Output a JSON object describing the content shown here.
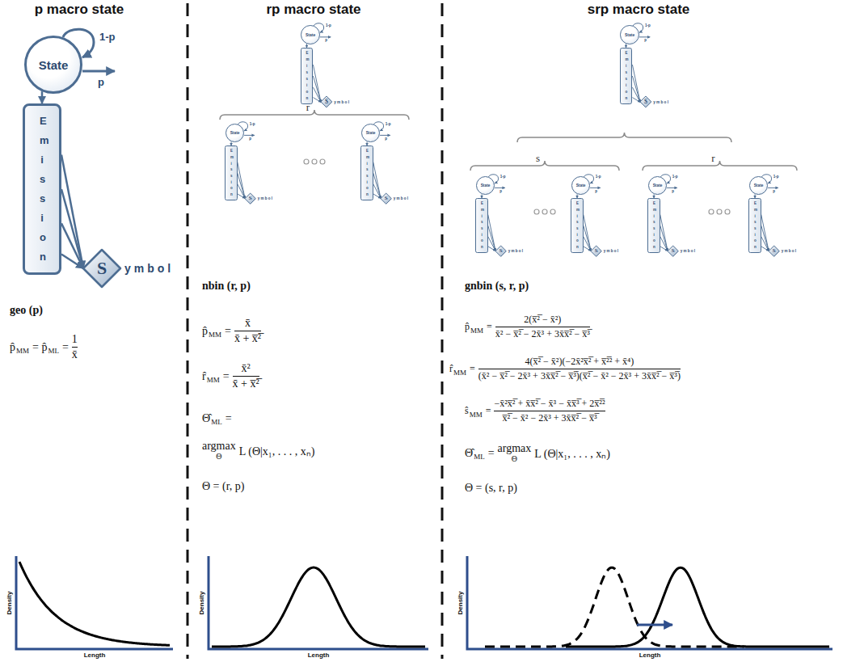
{
  "diagram": {
    "nodes": [
      {
        "text": [
          "State",
          "1-p",
          "p"
        ]
      },
      {
        "text": [
          "Emission"
        ]
      },
      {
        "text": [
          "S",
          "ymbol"
        ]
      },
      {
        "text": [
          "State",
          "1-p",
          "p"
        ]
      },
      {
        "text": [
          "Emission"
        ]
      },
      {
        "text": [
          "S",
          "ymbol"
        ]
      },
      {
        "text": [
          "State",
          "1-p",
          "p"
        ]
      },
      {
        "text": [
          "Emission"
        ]
      },
      {
        "text": [
          "S",
          "ymbol"
        ]
      },
      {
        "text": [
          "State",
          "1-p",
          "p"
        ]
      },
      {
        "text": [
          "Emission"
        ]
      },
      {
        "text": [
          "S",
          "ymbol"
        ]
      },
      {
        "text": [
          "State",
          "1-p",
          "p"
        ]
      },
      {
        "text": [
          "Emission"
        ]
      },
      {
        "text": [
          "S",
          "ymbol"
        ]
      },
      {
        "text": [
          "State",
          "1-p",
          "p"
        ]
      },
      {
        "text": [
          "Emission"
        ]
      },
      {
        "text": [
          "S",
          "ymbol"
        ]
      },
      {
        "text": [
          "State",
          "1-p",
          "p"
        ]
      },
      {
        "text": [
          "Emission"
        ]
      },
      {
        "text": [
          "S",
          "ymbol"
        ]
      },
      {
        "text": [
          "State",
          "1-p",
          "p"
        ]
      },
      {
        "text": [
          "Emission"
        ]
      },
      {
        "text": [
          "S",
          "ymbol"
        ]
      },
      {
        "text": [
          "State",
          "1-p",
          "p"
        ]
      },
      {
        "text": [
          "Emission"
        ]
      },
      {
        "text": [
          "S",
          "ymbol"
        ]
      }
    ],
    "edges": [
      {
        "from": 0,
        "to": 1,
        "arrow": "to"
      },
      {
        "from": 1,
        "to": 2,
        "arrow": "to"
      },
      {
        "from": 1,
        "to": 2,
        "arrow": "to"
      },
      {
        "from": 1,
        "to": 2,
        "arrow": "to"
      },
      {
        "from": 1,
        "to": 2,
        "arrow": "to"
      },
      {
        "from": 3,
        "to": 4,
        "arrow": "to"
      },
      {
        "from": 4,
        "to": 5,
        "arrow": "to"
      },
      {
        "from": 4,
        "to": 5,
        "arrow": "to"
      },
      {
        "from": 4,
        "to": 5,
        "arrow": "to"
      },
      {
        "from": 4,
        "to": 5,
        "arrow": "to"
      },
      {
        "from": 6,
        "to": 7,
        "arrow": "to"
      },
      {
        "from": 7,
        "to": 8,
        "arrow": "to"
      },
      {
        "from": 7,
        "to": 8,
        "arrow": "to"
      },
      {
        "from": 7,
        "to": 8,
        "arrow": "to"
      },
      {
        "from": 7,
        "to": 8,
        "arrow": "to"
      },
      {
        "from": 9,
        "to": 10,
        "arrow": "to"
      },
      {
        "from": 10,
        "to": 11,
        "arrow": "to"
      },
      {
        "from": 10,
        "to": 11,
        "arrow": "to"
      },
      {
        "from": 10,
        "to": 11,
        "arrow": "to"
      },
      {
        "from": 10,
        "to": 11,
        "arrow": "to"
      },
      {
        "from": 12,
        "to": 13,
        "arrow": "to"
      },
      {
        "from": 13,
        "to": 14,
        "arrow": "to"
      },
      {
        "from": 13,
        "to": 14,
        "arrow": "to"
      },
      {
        "from": 13,
        "to": 14,
        "arrow": "to"
      },
      {
        "from": 13,
        "to": 14,
        "arrow": "to"
      },
      {
        "from": 15,
        "to": 16,
        "arrow": "to"
      },
      {
        "from": 16,
        "to": 17,
        "arrow": "to"
      },
      {
        "from": 16,
        "to": 17,
        "arrow": "to"
      },
      {
        "from": 16,
        "to": 17,
        "arrow": "to"
      },
      {
        "from": 16,
        "to": 17,
        "arrow": "to"
      },
      {
        "from": 18,
        "to": 19,
        "arrow": "to"
      },
      {
        "from": 19,
        "to": 20,
        "arrow": "to"
      },
      {
        "from": 19,
        "to": 20,
        "arrow": "to"
      },
      {
        "from": 19,
        "to": 20,
        "arrow": "to"
      },
      {
        "from": 19,
        "to": 20,
        "arrow": "to"
      },
      {
        "from": 21,
        "to": 22,
        "arrow": "to"
      },
      {
        "from": 22,
        "to": 23,
        "arrow": "to"
      },
      {
        "from": 22,
        "to": 23,
        "arrow": "to"
      },
      {
        "from": 22,
        "to": 23,
        "arrow": "to"
      },
      {
        "from": 22,
        "to": 23,
        "arrow": "to"
      },
      {
        "from": 24,
        "to": 25,
        "arrow": "to"
      },
      {
        "from": 25,
        "to": 26,
        "arrow": "to"
      },
      {
        "from": 25,
        "to": 26,
        "arrow": "to"
      },
      {
        "from": 25,
        "to": 26,
        "arrow": "to"
      },
      {
        "from": 25,
        "to": 26,
        "arrow": "to"
      }
    ],
    "labels": [
      "p macro state",
      "rp macro state",
      "srp macro state",
      "geo (p)",
      "p̂",
      "MM",
      "= p̂",
      "ML",
      "=",
      "1",
      "x̄",
      "nbin (r, p)",
      "p̂",
      "MM",
      "=",
      "x̄",
      "x̄ + x̅²̅",
      "r̂",
      "MM",
      "=",
      "x̄²",
      "x̄ + x̅²̅",
      "Θ̂",
      "ML",
      "=",
      "argmax",
      "Θ",
      "L (Θ|x₁, . . . , xₙ)",
      "Θ = (r, p)",
      "gnbin (s, r, p)",
      "p̂",
      "MM",
      "=",
      "2(x̅²̅ − x̄²)",
      "x̄² − x̅²̅ − 2x̄³ + 3x̄x̅²̅ − x̅³̅",
      "r̂",
      "MM",
      "=",
      "4(x̅²̅ − x̄²)(−2x̄²x̅²̅ + x̅²̅² + x̄⁴)",
      "(x̄² − x̅²̅ − 2x̄³ + 3x̄x̅²̅ − x̅³̅)(x̅²̅ − x̄² − 2x̄³ + 3x̄x̅²̅ − x̅³̅)",
      "ŝ",
      "MM",
      "=",
      "−x̄²x̅²̅ + x̄x̅²̅ − x̄³ − x̄x̅³̅ + 2x̅²̅²",
      "x̅²̅ − x̄² − 2x̄³ + 3x̄x̅²̅ − x̅³̅",
      "Θ̂",
      "ML",
      "=",
      "argmax",
      "Θ",
      "L (Θ|x₁, . . . , xₙ)",
      "Θ = (s, r, p)",
      "r",
      "s",
      "r",
      "Density",
      "Length",
      "Density",
      "Length",
      "Density",
      "Length"
    ]
  }
}
